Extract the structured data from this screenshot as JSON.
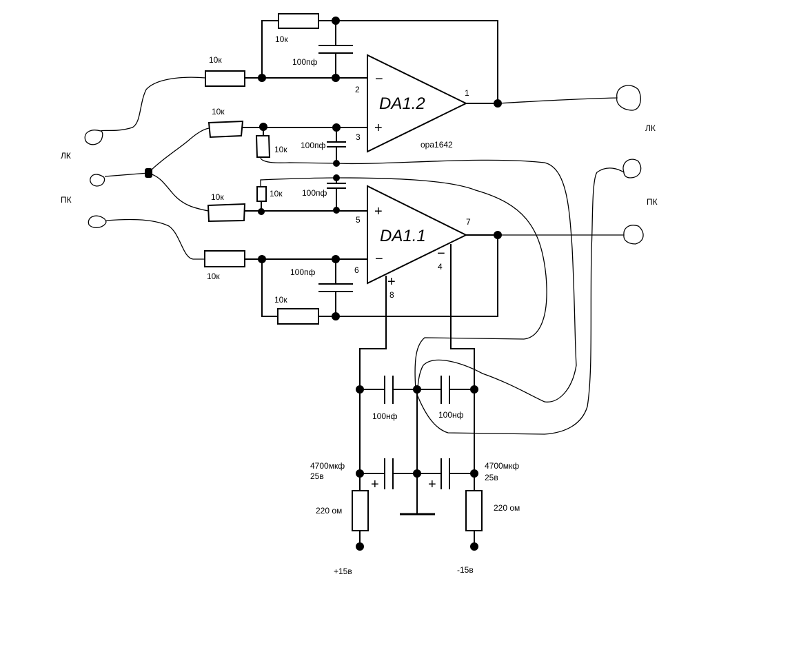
{
  "op_amps": {
    "top": {
      "name": "DA1.2",
      "part": "opa1642",
      "inv": "−",
      "noninv": "+",
      "pin_inv": "2",
      "pin_noninv": "3",
      "pin_out": "1"
    },
    "bottom": {
      "name": "DA1.1",
      "inv": "−",
      "noninv": "+",
      "pin_noninv": "5",
      "pin_inv": "6",
      "pin_out": "7",
      "pin_vplus": "8",
      "pin_vminus": "4",
      "vplus_sign": "+",
      "vminus_sign": "−"
    }
  },
  "resistors": {
    "top_feedback": "10к",
    "top_input": "10к",
    "top_bias": "10к",
    "top_bias_shunt": "10к",
    "bottom_bias_shunt": "10к",
    "bottom_bias": "10к",
    "bottom_input": "10к",
    "bottom_feedback": "10к",
    "supply_left": "220 ом",
    "supply_right": "220  ом"
  },
  "capacitors": {
    "top_feedback": "100пф",
    "top_bias": "100пф",
    "bottom_bias": "100пф",
    "bottom_feedback": "100пф",
    "decoupling_left": "100нф",
    "decoupling_right": "100нф",
    "electrolytic_left_value": "4700мкф",
    "electrolytic_left_voltage": "25в",
    "electrolytic_right_value": "4700мкф",
    "electrolytic_right_voltage": "25в",
    "polarity_left": "+",
    "polarity_right": "+"
  },
  "connectors": {
    "left_channel_left": "ЛК",
    "right_channel_left": "ПК",
    "left_channel_right": "ЛК",
    "right_channel_right": "ПК"
  },
  "power": {
    "positive": "+15в",
    "negative": "-15в"
  }
}
